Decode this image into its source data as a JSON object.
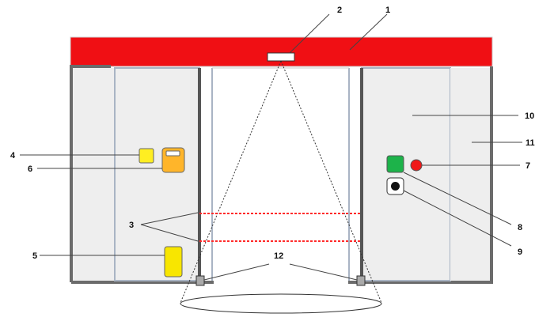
{
  "diagram": {
    "callouts": [
      "1",
      "2",
      "3",
      "4",
      "5",
      "6",
      "7",
      "8",
      "9",
      "10",
      "11",
      "12"
    ],
    "colors": {
      "header_red": "#f00f14",
      "panel_fill": "#eeeeee",
      "frame_dark": "#6b6b6b",
      "glass_edge": "#a9b4c4",
      "sensor_beam": "#ff2a2a",
      "button_green": "#1db34a",
      "button_red": "#f01818",
      "box_yellow": "#ffee22",
      "box_orange": "#ffb52a",
      "box_yellow_tall": "#f8e600"
    },
    "icons": {
      "radar_sensor": "rect-icon",
      "key_switch": "square-icon",
      "program_selector": "box-icon",
      "emergency_button": "rect-icon",
      "green_button": "square-icon",
      "red_indicator": "circle-icon",
      "black_button": "circle-icon",
      "floor_sensor": "square-icon"
    }
  }
}
